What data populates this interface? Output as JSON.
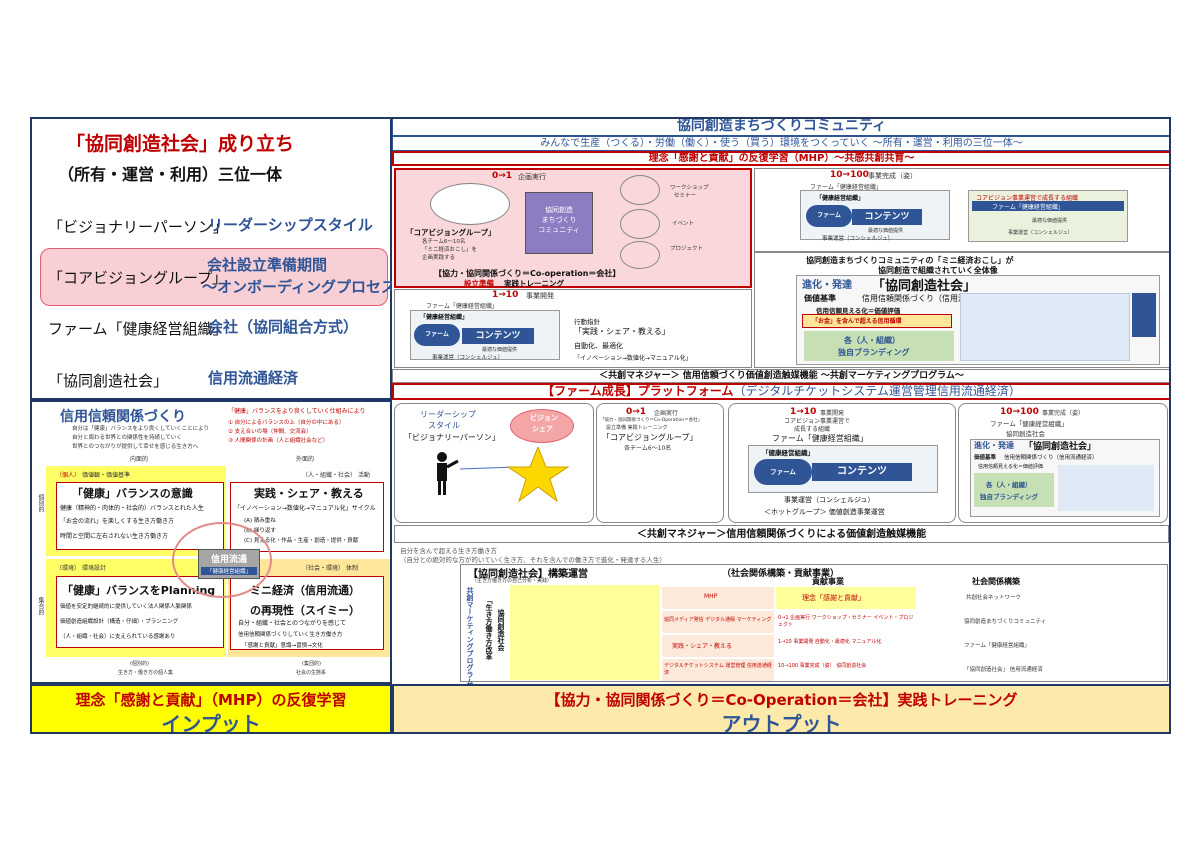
{
  "left": {
    "title": "「協同創造社会」成り立ち",
    "subtitle": "（所有・運営・利用）三位一体",
    "rows": [
      {
        "l": "「ビジョナリーパーソン」",
        "r": "リーダーシップスタイル"
      },
      {
        "l": "「コアビジョングループ」",
        "r1": "会社設立準備期間",
        "r2": "～オンボーディングプロセス～"
      },
      {
        "l": "ファーム「健康経営組織」",
        "r": "会社（協同組合方式）"
      },
      {
        "l": "「協同創造社会」",
        "r": "信用流通経済"
      }
    ]
  },
  "leftmid": {
    "title": "信用信頼関係づくり",
    "note_head": "「健康」バランスをより良くしていく仕組みにより",
    "notes_red": [
      "① 自分によるバランスの上（自分の中にある）",
      "② 支え合いの場（仲間、交流会）",
      "③ 人間関係の計画（人と組織社会など）"
    ],
    "intro1": "自分は「健康」バランスをより良くしていくことにより",
    "intro2": "自分と周わる世界との関係性を持続していく",
    "intro3": "世界とのつながりが提供して幸せを感じる生き方へ",
    "col_inner": "内面的",
    "col_outer": "外面的",
    "side_individual": "個別的",
    "side_collective": "集合的",
    "tag1": "（個人）",
    "tag1b": "価値観・価値基準",
    "tag2": "（人・組織・社会）",
    "tag2b": "活動",
    "tag3": "（環境）",
    "tag3b": "環境設計",
    "tag4": "（社会・環境）",
    "tag4b": "体制",
    "q1_title": "「健康」バランスの意識",
    "q1_lines": [
      "健康（精神的・肉体的・社会的）バランスとれた人生",
      "「お金の流れ」を楽しくする生き方働き方",
      "時間と空間に左右されない生き方働き方"
    ],
    "q2_title": "実践・シェア・教える",
    "q2_lines": [
      "「イノベーション→数値化→マニュアル化」サイクル",
      "(A) 積み重ね",
      "(B) 繰り返す",
      "(C) 見える化・作品・生産・創造・提供・貢献"
    ],
    "q3_title": "「健康」バランスをPlanning",
    "q3_lines": [
      "価値を安定的継続的に提供していく法人関係人脈関係",
      "価値創造組織設計（構造・仔細）・プランニング",
      "（人・組織・社会）に支えられている感謝あり"
    ],
    "q4_title": "ミニ経済（信用流通）",
    "q4_title2": "の再現性（スイミー）",
    "q4_lines": [
      "自分・組織・社会とのつながりを感じて",
      "信用信頼関係づくりしていく生き方働き方",
      "「感謝と貢献」意識→習慣→文化"
    ],
    "center_label": "信用流通",
    "center_sub": "「健康経営組織」",
    "foot_left1": "(個別的)",
    "foot_left2": "生き方・働き方の個人集",
    "foot_right1": "(集団的)",
    "foot_right2": "社会の生態系"
  },
  "footer": {
    "left1": "理念「感謝と貢献」（MHP）の反復学習",
    "left2": "インプット",
    "right1": "【協力・協同関係づくり＝Co-Operation＝会社】実践トレーニング",
    "right2": "アウトプット"
  },
  "right": {
    "title": "協同創造まちづくりコミュニティ",
    "tagline": "みんなで生産（つくる）・労働（働く）・使う（買う）環境をつくっていく ～所有・運営・利用の三位一体～",
    "mhp": "理念「感謝と貢献」の反復学習（MHP）～共感共創共育～",
    "box01_head": "0→1",
    "box01_sub": "企画実行",
    "box01_center1": "協同創造",
    "box01_center2": "まちづくり",
    "box01_center3": "コミュニティ",
    "box01_grp": "「コアビジョングループ」",
    "box01_grp2": "各チーム6～10名",
    "box01_grp3": "「ミニ経済おこし」を",
    "box01_grp4": "企画実践する",
    "box01_e1": "ワークショップ",
    "box01_e1b": "セミナー",
    "box01_e2": "イベント",
    "box01_e3": "プロジェクト",
    "box01_bottom": "【協力・協同関係づくり＝Co-operation＝会社】",
    "box01_bottom2": "設立準備",
    "box01_bottom3": "実践トレーニング",
    "box100_head": "10→100",
    "box100_sub": "事業完成（姿）",
    "box100_farm": "ファーム「健康経営組織」",
    "box100_org": "「健康経営組織」",
    "box100_firm": "ファーム",
    "box100_content": "コンテンツ",
    "box100_small": "最適な価値提供",
    "box100_ops": "事業運営（コンシェルジュ）",
    "box100_r1": "コアビジョン事業運営で成長する組織",
    "box100_r2": "ファーム「健康経営組織」",
    "box100_r3": "最適な価値提供",
    "box100_r4": "事業運営（コンシェルジュ）",
    "mini_head1": "協同創造まちづくりコミュニティの「ミニ経済おこし」が",
    "mini_head2": "協同創造で組織されていく全体像",
    "evo": "進化・発達",
    "evo_title": "「協同創造社会」",
    "evo_sub1": "価値基準",
    "evo_sub2": "信用信頼関係づくり（信用流通経済）",
    "evo_line": "信用信頼見える化＝価値評価",
    "evo_brand1": "各（人・組織）",
    "evo_brand2": "独自ブランディング",
    "evo_red": "「お金」を含んで超える信用循環",
    "box110_head": "1→10",
    "box110_sub": "事業開発",
    "box110_farm": "ファーム「健康経営組織」",
    "box110_org": "「健康経営組織」",
    "box110_firm": "ファーム",
    "box110_content": "コンテンツ",
    "box110_small": "最適な価値提供",
    "box110_ops": "事業運営（コンシェルジュ）",
    "box110_act": "行動指針",
    "box110_act1": "「実践・シェア・教える」",
    "box110_act2": "自動化、最適化",
    "box110_act3": "「イノベーション→数値化→マニュアル化」",
    "mgr1": "＜共創マネジャー＞ 信用信頼づくり価値創造触媒機能 ～共創マーケティングプログラム～",
    "platform_red": "【ファーム成長】プラットフォーム",
    "platform_rest": "（デジタルチケットシステム運営管理信用流通経済）",
    "p_leader": "リーダーシップ",
    "p_style": "スタイル",
    "p_visionary": "「ビジョナリーパーソン」",
    "p_vision": "ビジョン",
    "p_share": "シェア",
    "p01_head": "0→1",
    "p01_sub": "企画実行",
    "p01_l1": "「協力・協同関係づくり＝Co-Operation＝会社」",
    "p01_l2": "設立準備 実践トレーニング",
    "p01_grp": "「コアビジョングループ」",
    "p01_grp2": "各チーム6～10名",
    "p110_head": "1→10",
    "p110_sub": "事業開発",
    "p110_l1": "コアビジョン事業運営で",
    "p110_l2": "成長する組織",
    "p110_farm": "ファーム「健康経営組織」",
    "p110_org": "「健康経営組織」",
    "p110_firm": "ファーム",
    "p110_content": "コンテンツ",
    "p110_ops": "事業運営（コンシェルジュ）",
    "p110_hot": "＜ホットグループ＞ 価値創造事業運営",
    "p100_head": "10→100",
    "p100_sub": "事業完成（姿）",
    "p100_farm": "ファーム「健康経営組織」",
    "p100_soc": "協同創造社会",
    "p100_evo": "進化・発達",
    "p100_title": "「協同創造社会」",
    "p100_l1": "価値基準",
    "p100_l2": "信用信頼関係づくり（信用流通経済）",
    "p100_l3": "信用信頼見える化＝価値評価",
    "p100_l4": "各（人・組織）",
    "p100_l5": "独自ブランディング",
    "mgr2": "＜共創マネジャー＞信用信頼関係づくりによる価値創造触媒機能",
    "note1": "自分を含んで超える生き方働き方",
    "note2": "（自分との絶対的な方が的いていく生き方、それを含んでの働き方で進化・発達する人生）",
    "tbl_title": "【協同創造社会】構築運営",
    "tbl_title2": "（社会関係構築・貢献事業）",
    "tbl_sub": "（生き方働き方の自己分析・実践）",
    "tbl_h1": "貢献事業",
    "tbl_h2": "社会関係構築",
    "tbl_vert1": "共創マーケティングプログラム",
    "tbl_vert2": "「生き方働き方改革",
    "tbl_vert3": "協同創造社会",
    "tbl_rows": [
      {
        "a": "MHP",
        "b": "理念「感謝と貢献」",
        "c": "共創社会ネットワーク"
      },
      {
        "a": "協同メディア発信 デジタル通販 マーケティング",
        "b": "0→1 企画実行 ワークショップ・セミナー イベント・プロジェクト",
        "c": "協同創造まちづくりコミュニティ"
      },
      {
        "a": "実践・シェア・教える",
        "b": "1→10 事業開発 自動化・最適化 マニュアル化",
        "c": "ファーム「健康経営組織」"
      },
      {
        "a": "デジタルチケットシステム 運営管理 信用流通経済",
        "b": "10→100 事業完成（姿） 協同創造社会",
        "c": "「協同創造社会」 信用流通経済"
      }
    ]
  }
}
